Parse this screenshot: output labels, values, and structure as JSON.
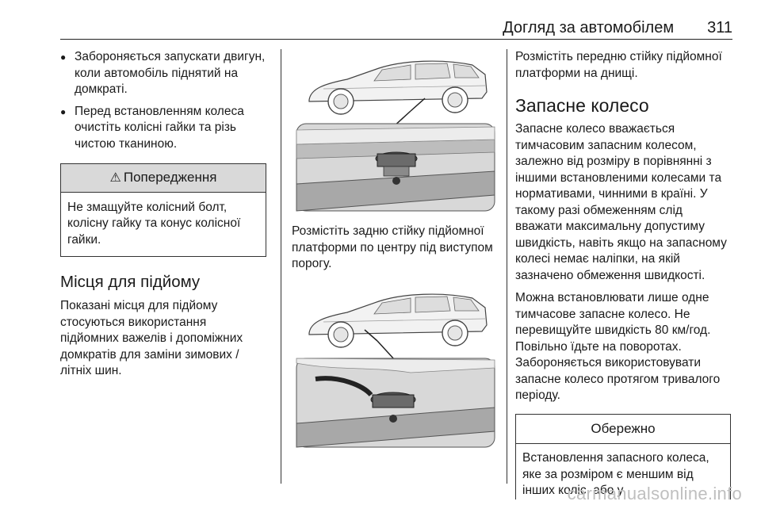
{
  "header": {
    "title": "Догляд за автомобілем",
    "page_number": "311"
  },
  "col1": {
    "bullets": [
      "Забороняється запускати двигун, коли автомобіль піднятий на домкраті.",
      "Перед встановленням колеса очистіть колісні гайки та різь чистою тканиною."
    ],
    "warning": {
      "title": "Попередження",
      "text": "Не змащуйте колісний болт, колісну гайку та конус колісної гайки."
    },
    "section_heading": "Місця для підйому",
    "section_text": "Показані місця для підйому стосуються використання підйомних важелів і допоміжних домкратів для заміни зимових / літніх шин."
  },
  "col2": {
    "caption1": "Розмістіть задню стійку підйомної платформи по центру під виступом порогу."
  },
  "col3": {
    "intro": "Розмістіть передню стійку підйомної платформи на днищі.",
    "heading": "Запасне колесо",
    "para1": "Запасне колесо вважається тимчасовим запасним колесом, залежно від розміру в порівнянні з іншими встановленими колесами та нормативами, чинними в країні. У такому разі обмеженням слід вважати максимальну допустиму швидкість, навіть якщо на запасному колесі немає наліпки, на якій зазначено обмеження швидкості.",
    "para2": "Можна встановлювати лише одне тимчасове запасне колесо. Не перевищуйте швидкість 80 км/год. Повільно їдьте на поворотах. Забороняється використовувати запасне колесо протягом тривалого періоду.",
    "caution": {
      "title": "Обережно",
      "text": "Встановлення запасного колеса, яке за розміром є меншим від інших коліс, або у"
    }
  },
  "watermark": "carmanualsonline.info"
}
